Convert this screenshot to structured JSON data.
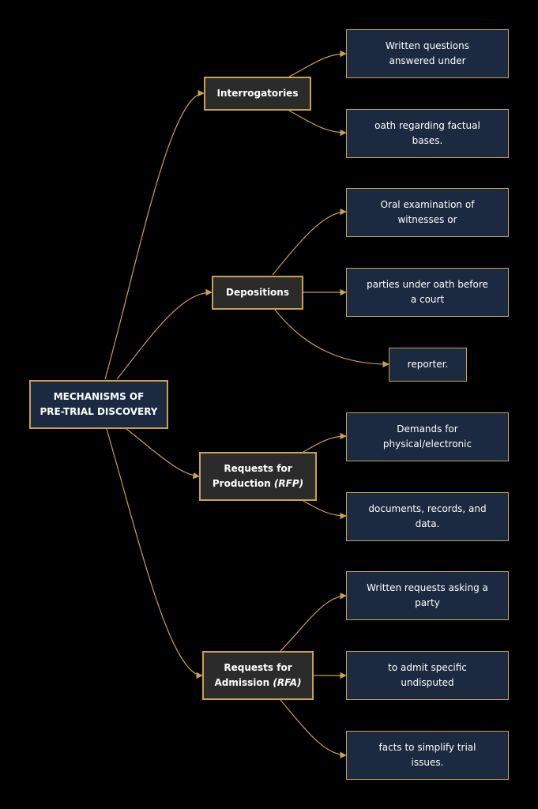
{
  "colors": {
    "background": "#000000",
    "connector": "#c9a24b",
    "root_fill": "#1b2a40",
    "branch_fill": "#2b2b2b",
    "leaf_fill": "#1b2a40",
    "text": "#ffffff"
  },
  "root": {
    "line1": "MECHANISMS OF",
    "line2": "PRE-TRIAL DISCOVERY"
  },
  "branches": {
    "interrogatories": {
      "label": "Interrogatories",
      "leaves": [
        {
          "line1": "Written questions",
          "line2": "answered under"
        },
        {
          "line1": "oath regarding factual",
          "line2": "bases."
        }
      ]
    },
    "depositions": {
      "label": "Depositions",
      "leaves": [
        {
          "line1": "Oral examination of",
          "line2": "witnesses or"
        },
        {
          "line1": "parties under oath before",
          "line2": "a court"
        },
        {
          "line1": "reporter.",
          "line2": ""
        }
      ]
    },
    "rfp": {
      "label_line1": "Requests for",
      "label_line2": "Production",
      "label_abbr": "(RFP)",
      "leaves": [
        {
          "line1": "Demands for",
          "line2": "physical/electronic"
        },
        {
          "line1": "documents, records, and",
          "line2": "data."
        }
      ]
    },
    "rfa": {
      "label_line1": "Requests for",
      "label_line2": "Admission",
      "label_abbr": "(RFA)",
      "leaves": [
        {
          "line1": "Written requests asking a",
          "line2": "party"
        },
        {
          "line1": "to admit specific",
          "line2": "undisputed"
        },
        {
          "line1": "facts to simplify trial",
          "line2": "issues."
        }
      ]
    }
  }
}
